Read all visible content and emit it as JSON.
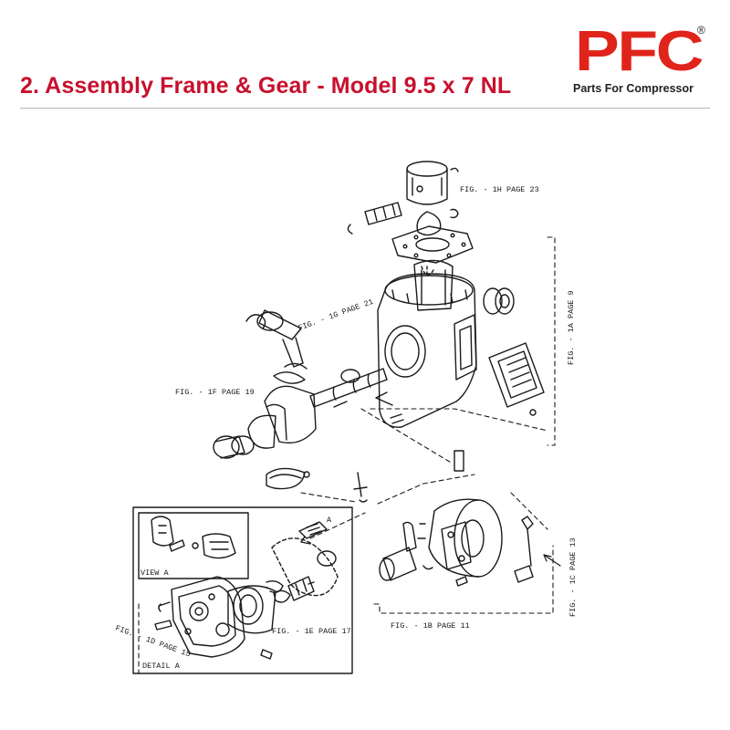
{
  "header": {
    "title": "2. Assembly Frame & Gear - Model 9.5 x 7 NL",
    "logo_text": "PFC",
    "logo_registered": "®",
    "logo_tagline": "Parts For Compressor",
    "title_color": "#c8102e",
    "logo_color": "#e0241b"
  },
  "diagram": {
    "labels": {
      "fig_1h": "FIG. - 1H PAGE 23",
      "fig_1g": "FIG. - 1G PAGE 21",
      "fig_1f": "FIG. - 1F PAGE 19",
      "fig_1a": "FIG. - 1A PAGE 9",
      "fig_1e": "FIG. - 1E PAGE 17",
      "fig_1d": "FIG. - 1D PAGE 15",
      "fig_1b": "FIG. - 1B PAGE 11",
      "fig_1c": "FIG. - 1C PAGE 13",
      "view_a": "VIEW A",
      "detail_a": "DETAIL A",
      "arrow_a": "A"
    }
  }
}
